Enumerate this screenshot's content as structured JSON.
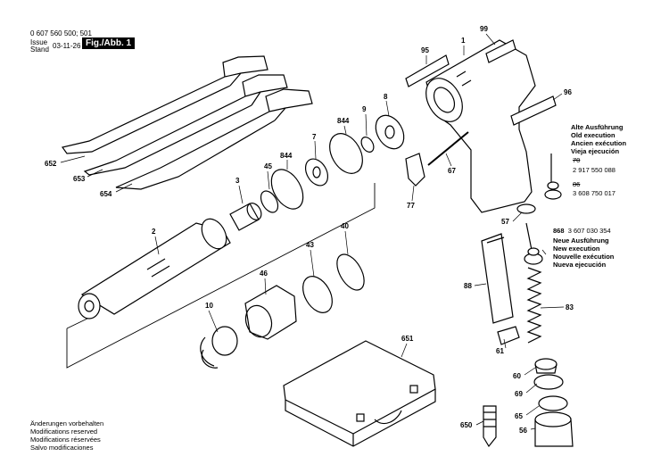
{
  "header": {
    "doc_number": "0 607 560 500; 501",
    "issue_label": "Issue",
    "stand_label": "Stand",
    "date": "03-11-26",
    "figure_label": "Fig./Abb. 1"
  },
  "footer": {
    "lines": [
      "Änderungen vorbehalten",
      "Modifications reserved",
      "Modifications réservées",
      "Salvo modificaciones"
    ]
  },
  "old_execution": {
    "lines": [
      "Alte Ausführung",
      "Old execution",
      "Ancien exécution",
      "Vieja ejecución"
    ],
    "items": [
      {
        "ref": "70",
        "code": "2 917 550 088"
      },
      {
        "ref": "86",
        "code": "3 608 750 017"
      }
    ]
  },
  "new_execution": {
    "ref": "868",
    "code": "3 607 030 354",
    "lines": [
      "Neue Ausführung",
      "New execution",
      "Nouvelle exécution",
      "Nueva ejecución"
    ]
  },
  "callouts": [
    "652",
    "653",
    "654",
    "2",
    "3",
    "45",
    "844",
    "7",
    "844",
    "9",
    "8",
    "95",
    "1",
    "99",
    "96",
    "67",
    "77",
    "57",
    "88",
    "61",
    "83",
    "60",
    "69",
    "65",
    "650",
    "56",
    "10",
    "46",
    "43",
    "40",
    "651"
  ]
}
